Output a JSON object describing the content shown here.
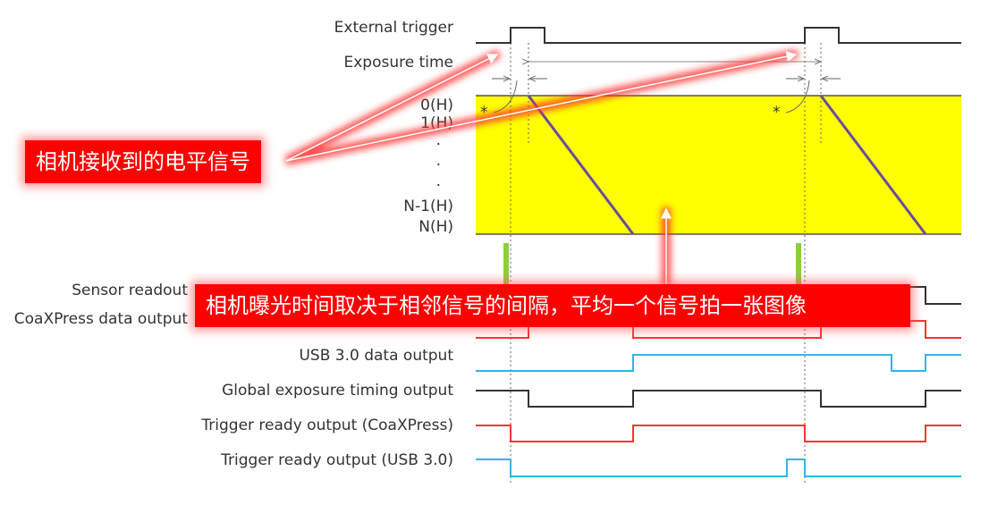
{
  "signals": {
    "external_trigger": "External trigger",
    "exposure_time": "Exposure time",
    "sensor_readout": "Sensor readout",
    "coaxpress_data_output": "CoaXPress data output",
    "usb_data_output": "USB 3.0 data output",
    "global_exposure": "Global exposure timing output",
    "trigger_ready_cxp": "Trigger ready output (CoaXPress)",
    "trigger_ready_usb": "Trigger ready output (USB 3.0)"
  },
  "rows": {
    "row0": "0(H)",
    "row1": "1(H)",
    "dot": ".",
    "rowN1": "N-1(H)",
    "rowN": "N(H)",
    "asterisk": "*"
  },
  "annotations": {
    "level_signal": "相机接收到的电平信号",
    "exposure_note": "相机曝光时间取决于相邻信号的间隔，平均一个信号拍一张图像"
  },
  "colors": {
    "sensor_area": "#ffff00",
    "readout_line": "#6a4c9c",
    "red_signal": "#ff3333",
    "blue_signal": "#33b5e5",
    "annotation": "#ff0000"
  }
}
